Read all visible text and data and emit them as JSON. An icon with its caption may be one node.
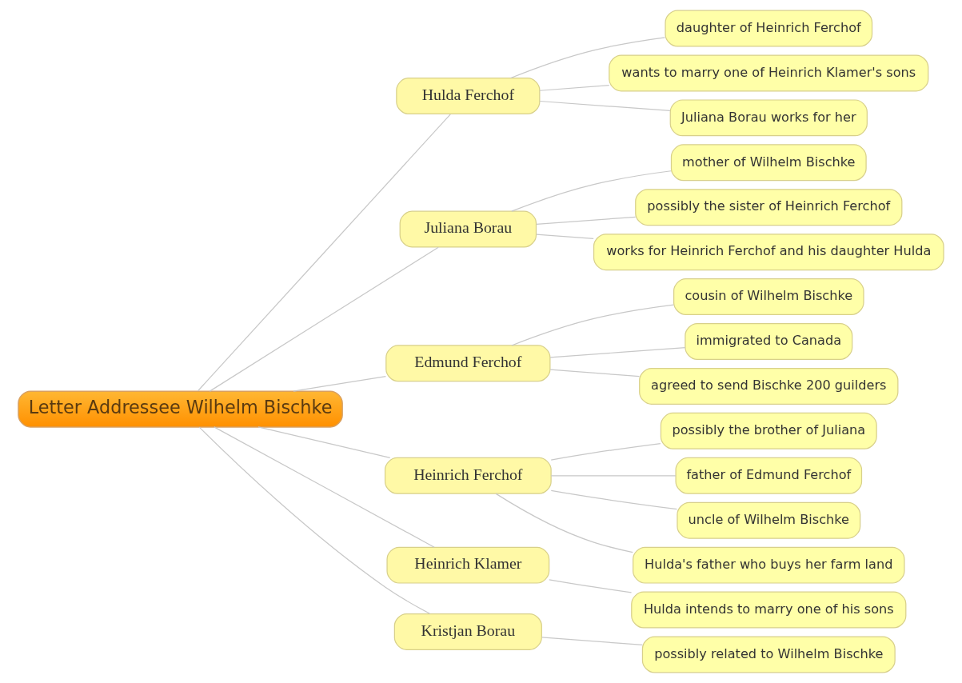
{
  "diagram": {
    "nodes": [
      {
        "text": [
          "Letter Addressee Wilhelm Bischke"
        ]
      },
      {
        "text": [
          "Hulda Ferchof"
        ]
      },
      {
        "text": [
          "daughter of Heinrich Ferchof"
        ]
      },
      {
        "text": [
          "wants to marry one of Heinrich Klamer's sons"
        ]
      },
      {
        "text": [
          "Juliana Borau works for her"
        ]
      },
      {
        "text": [
          "Juliana Borau"
        ]
      },
      {
        "text": [
          "mother of Wilhelm Bischke"
        ]
      },
      {
        "text": [
          "possibly the sister of Heinrich Ferchof"
        ]
      },
      {
        "text": [
          "works for Heinrich Ferchof and his daughter Hulda"
        ]
      },
      {
        "text": [
          "Edmund Ferchof"
        ]
      },
      {
        "text": [
          "cousin of Wilhelm Bischke"
        ]
      },
      {
        "text": [
          "immigrated to Canada"
        ]
      },
      {
        "text": [
          "agreed to send Bischke 200 guilders"
        ]
      },
      {
        "text": [
          "Heinrich Ferchof"
        ]
      },
      {
        "text": [
          "possibly the brother of Juliana"
        ]
      },
      {
        "text": [
          "father of Edmund Ferchof"
        ]
      },
      {
        "text": [
          "uncle of Wilhelm Bischke"
        ]
      },
      {
        "text": [
          "Hulda's father who buys her farm land"
        ]
      },
      {
        "text": [
          "Heinrich Klamer"
        ]
      },
      {
        "text": [
          "Hulda intends to marry one of his sons"
        ]
      },
      {
        "text": [
          "Kristjan Borau"
        ]
      },
      {
        "text": [
          "possibly related to Wilhelm Bischke"
        ]
      }
    ],
    "edges": [
      {
        "from": 0,
        "to": 1,
        "arrow": "none"
      },
      {
        "from": 1,
        "to": 2,
        "arrow": "none"
      },
      {
        "from": 1,
        "to": 3,
        "arrow": "none"
      },
      {
        "from": 1,
        "to": 4,
        "arrow": "none"
      },
      {
        "from": 0,
        "to": 5,
        "arrow": "none"
      },
      {
        "from": 5,
        "to": 6,
        "arrow": "none"
      },
      {
        "from": 5,
        "to": 7,
        "arrow": "none"
      },
      {
        "from": 5,
        "to": 8,
        "arrow": "none"
      },
      {
        "from": 0,
        "to": 9,
        "arrow": "none"
      },
      {
        "from": 9,
        "to": 10,
        "arrow": "none"
      },
      {
        "from": 9,
        "to": 11,
        "arrow": "none"
      },
      {
        "from": 9,
        "to": 12,
        "arrow": "none"
      },
      {
        "from": 0,
        "to": 13,
        "arrow": "none"
      },
      {
        "from": 13,
        "to": 14,
        "arrow": "none"
      },
      {
        "from": 13,
        "to": 15,
        "arrow": "none"
      },
      {
        "from": 13,
        "to": 16,
        "arrow": "none"
      },
      {
        "from": 13,
        "to": 17,
        "arrow": "none"
      },
      {
        "from": 0,
        "to": 18,
        "arrow": "none"
      },
      {
        "from": 18,
        "to": 19,
        "arrow": "none"
      },
      {
        "from": 0,
        "to": 20,
        "arrow": "none"
      },
      {
        "from": 20,
        "to": 21,
        "arrow": "none"
      }
    ]
  }
}
